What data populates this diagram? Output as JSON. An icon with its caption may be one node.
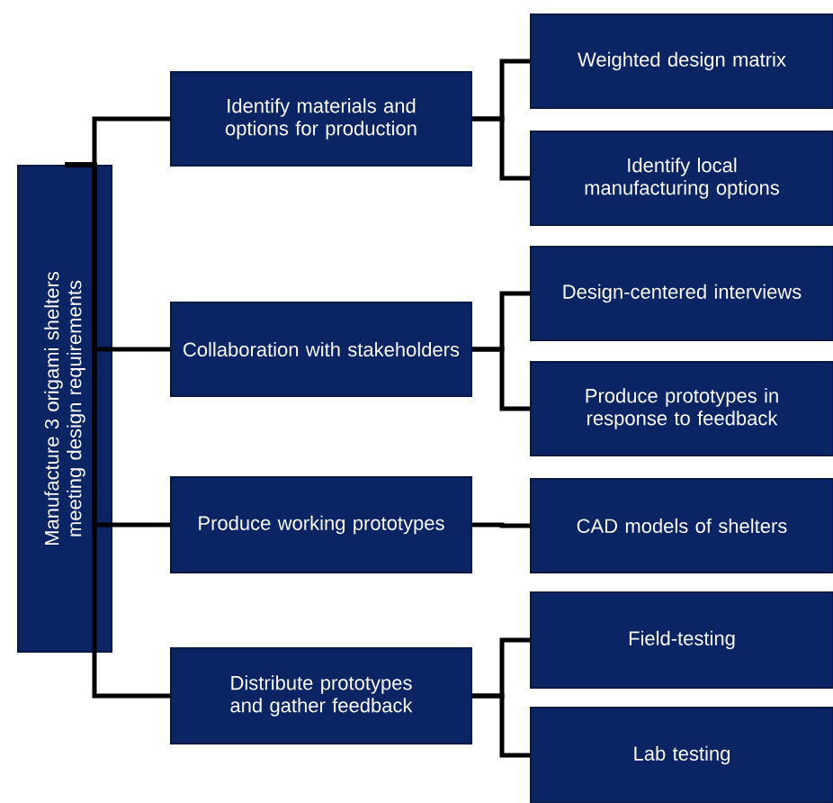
{
  "diagram": {
    "nodes": [
      {
        "text": [
          "Manufacture 3 origami shelters meeting design requirements"
        ]
      },
      {
        "text": [
          "Identify materials and options for production"
        ]
      },
      {
        "text": [
          "Weighted design matrix"
        ]
      },
      {
        "text": [
          "Identify local manufacturing options"
        ]
      },
      {
        "text": [
          "Collaboration with stakeholders"
        ]
      },
      {
        "text": [
          "Design-centered interviews"
        ]
      },
      {
        "text": [
          "Produce prototypes in response to feedback"
        ]
      },
      {
        "text": [
          "Produce working prototypes"
        ]
      },
      {
        "text": [
          "CAD models of shelters"
        ]
      },
      {
        "text": [
          "Distribute prototypes and gather feedback"
        ]
      },
      {
        "text": [
          "Field-testing"
        ]
      },
      {
        "text": [
          "Lab testing"
        ]
      }
    ],
    "edges": [
      {
        "from": 0,
        "to": 1,
        "arrow": "none"
      },
      {
        "from": 0,
        "to": 4,
        "arrow": "none"
      },
      {
        "from": 0,
        "to": 7,
        "arrow": "none"
      },
      {
        "from": 0,
        "to": 9,
        "arrow": "none"
      },
      {
        "from": 1,
        "to": 2,
        "arrow": "none"
      },
      {
        "from": 1,
        "to": 3,
        "arrow": "none"
      },
      {
        "from": 4,
        "to": 5,
        "arrow": "none"
      },
      {
        "from": 4,
        "to": 6,
        "arrow": "none"
      },
      {
        "from": 7,
        "to": 8,
        "arrow": "none"
      },
      {
        "from": 9,
        "to": 10,
        "arrow": "none"
      },
      {
        "from": 9,
        "to": 11,
        "arrow": "none"
      }
    ]
  }
}
